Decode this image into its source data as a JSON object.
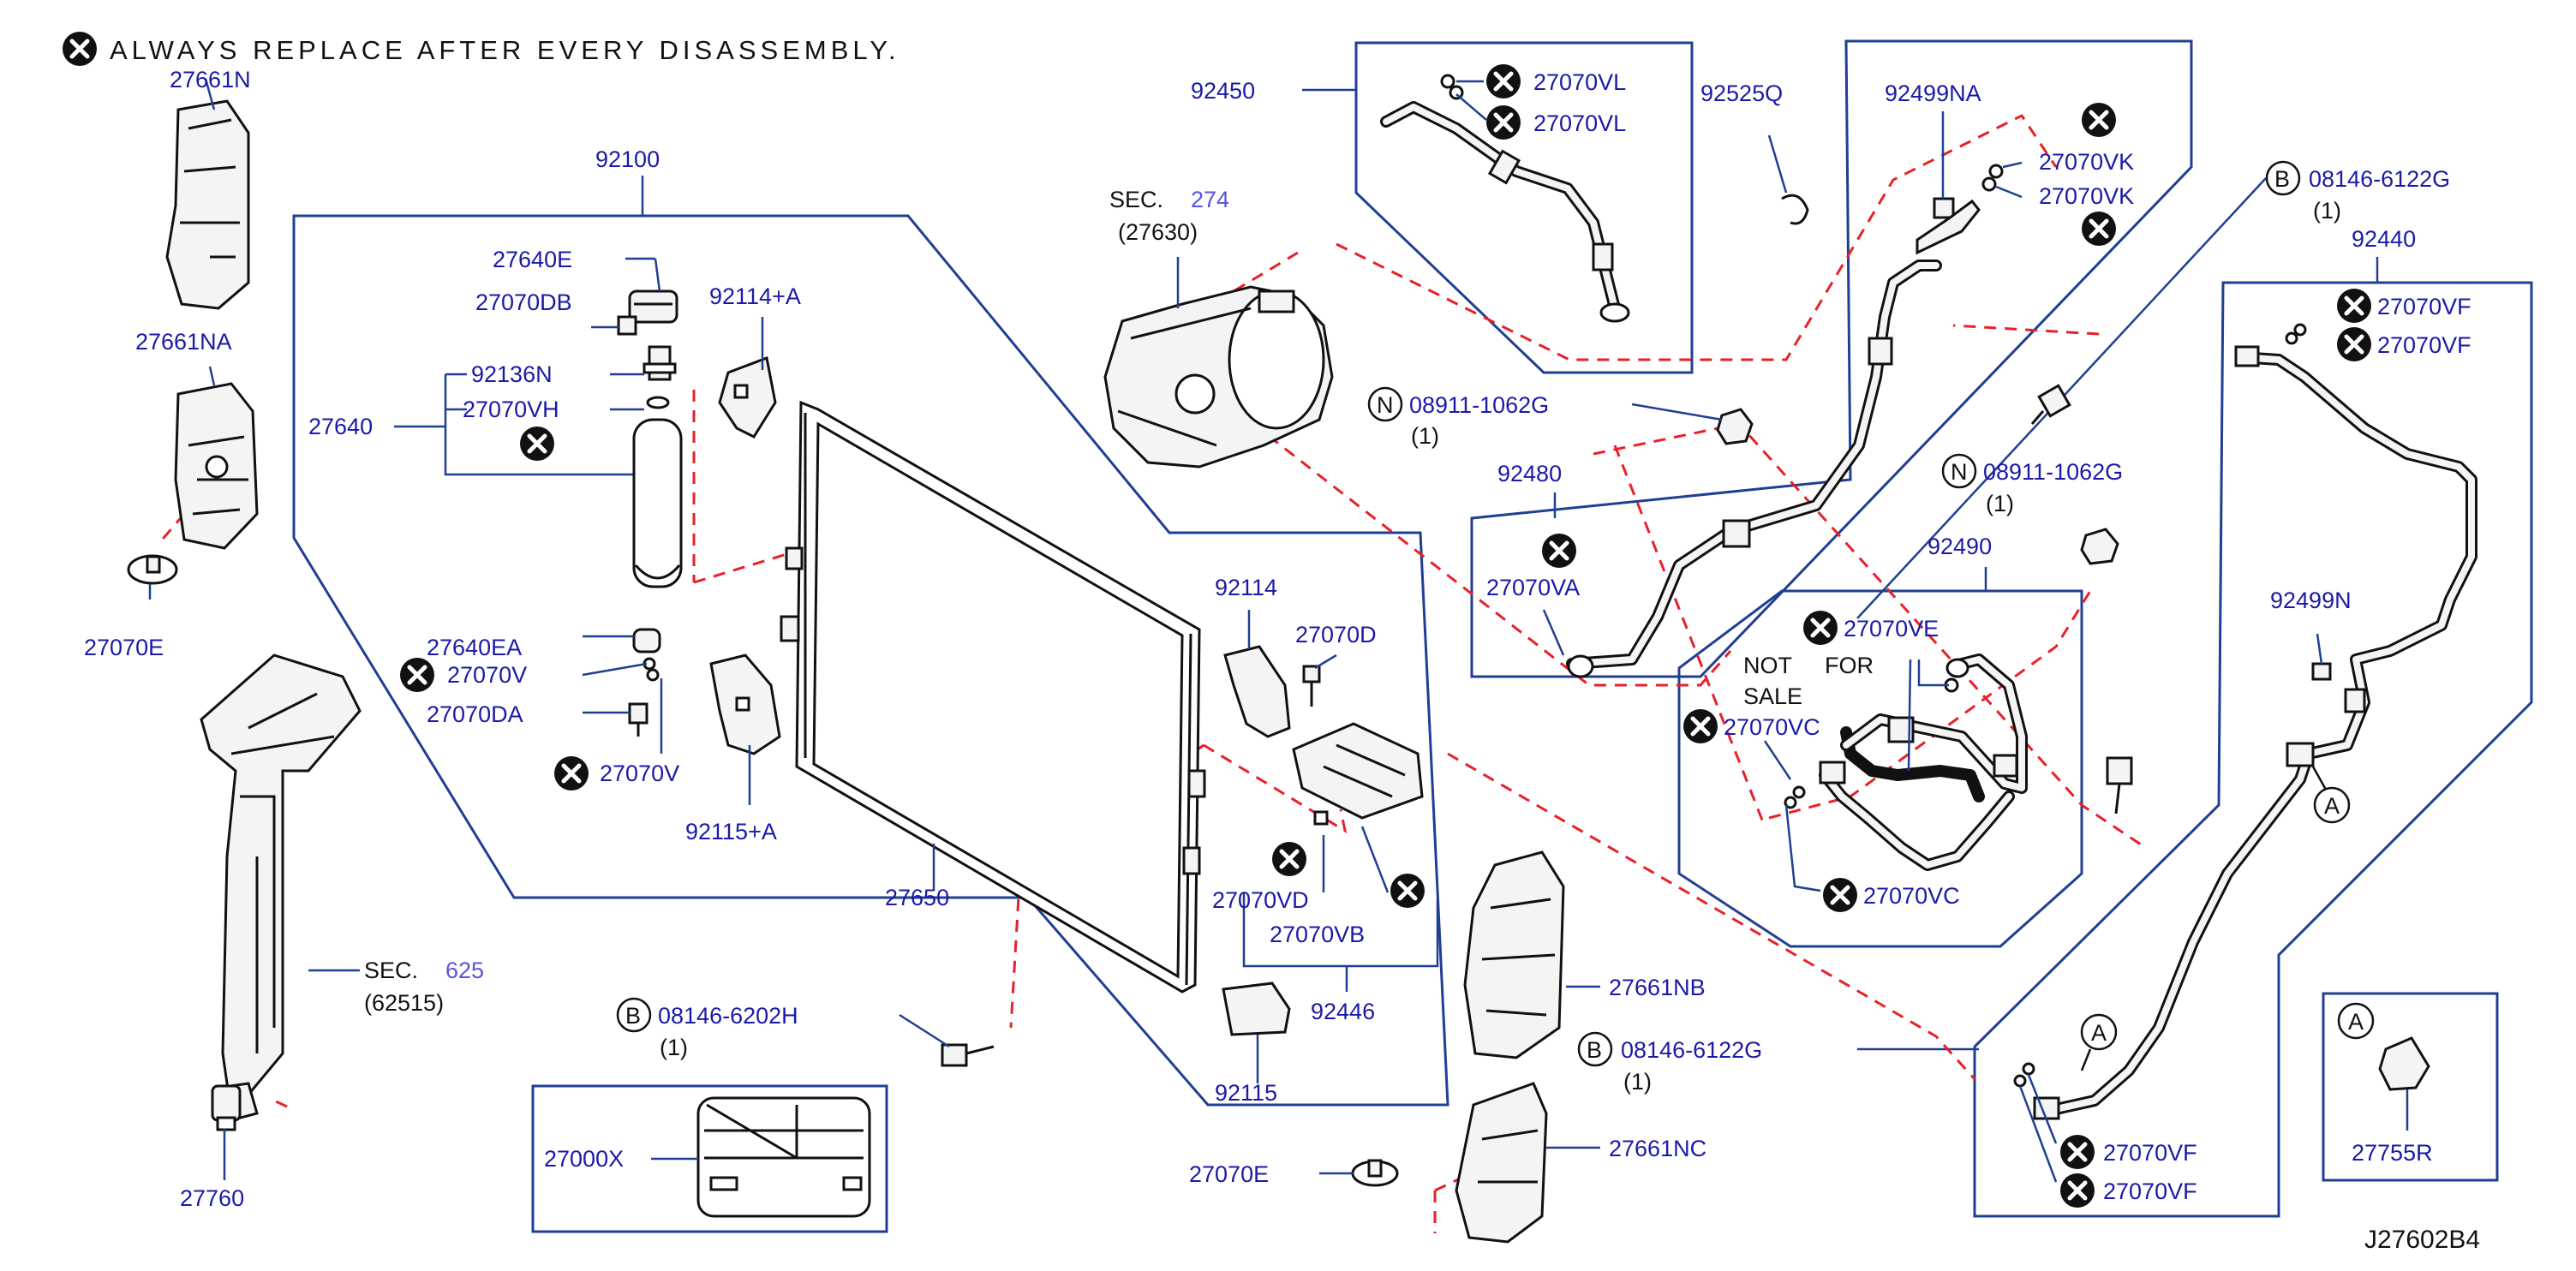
{
  "header": {
    "note": "ALWAYS REPLACE AFTER EVERY DISASSEMBLY.",
    "diagram_id": "J27602B4"
  },
  "colors": {
    "label": "#1a1aa8",
    "box_line": "#1f3f92",
    "dashed_guide": "#e8202a",
    "section_ref": "#5555dd"
  },
  "icons": {
    "replace_marker": "x-circle-icon",
    "bolt_N": "N-circle",
    "bolt_B": "B-circle",
    "connection_A": "A-circle"
  },
  "sections": {
    "sec274_label": "SEC.",
    "sec274_num": "274",
    "sec274_sub": "(27630)",
    "sec625_label": "SEC.",
    "sec625_num": "625",
    "sec625_sub": "(62515)",
    "not_for_sale_1": "NOT",
    "not_for_sale_2": "FOR",
    "not_for_sale_3": "SALE"
  },
  "parts": {
    "p27661N": "27661N",
    "p27661NA": "27661NA",
    "p27070E_a": "27070E",
    "p27760": "27760",
    "p92100": "92100",
    "p27640E": "27640E",
    "p27070DB": "27070DB",
    "p92114A": "92114+A",
    "p92136N": "92136N",
    "p27070VH": "27070VH",
    "p27640": "27640",
    "p27640EA": "27640EA",
    "p27070V_a": "27070V",
    "p27070DA": "27070DA",
    "p27070V_b": "27070V",
    "p92115A": "92115+A",
    "p27650": "27650",
    "p92114": "92114",
    "p27070D": "27070D",
    "p27070VD": "27070VD",
    "p27070VB": "27070VB",
    "p92446": "92446",
    "p92115": "92115",
    "p08146_6202H": "08146-6202H",
    "p08146_6202H_qty": "(1)",
    "p27000X": "27000X",
    "p92450": "92450",
    "p27070VL_a": "27070VL",
    "p27070VL_b": "27070VL",
    "p92525Q": "92525Q",
    "p08911_1062G_a": "08911-1062G",
    "p08911_1062G_a_qty": "(1)",
    "p92480": "92480",
    "p27070VA": "27070VA",
    "p92499NA": "92499NA",
    "p27070VK_a": "27070VK",
    "p27070VK_b": "27070VK",
    "p08146_6122G_a": "08146-6122G",
    "p08146_6122G_a_qty": "(1)",
    "p92440": "92440",
    "p27070VF_a": "27070VF",
    "p27070VF_b": "27070VF",
    "p08911_1062G_b": "08911-1062G",
    "p08911_1062G_b_qty": "(1)",
    "p92490": "92490",
    "p27070VE": "27070VE",
    "p27070VC_a": "27070VC",
    "p27070VC_b": "27070VC",
    "p92499N": "92499N",
    "p27661NB": "27661NB",
    "p08146_6122G_b": "08146-6122G",
    "p08146_6122G_b_qty": "(1)",
    "p27070E_b": "27070E",
    "p27661NC": "27661NC",
    "p27070VF_c": "27070VF",
    "p27070VF_d": "27070VF",
    "p27755R": "27755R"
  },
  "circle_letters": {
    "N": "N",
    "B": "B",
    "A": "A"
  }
}
